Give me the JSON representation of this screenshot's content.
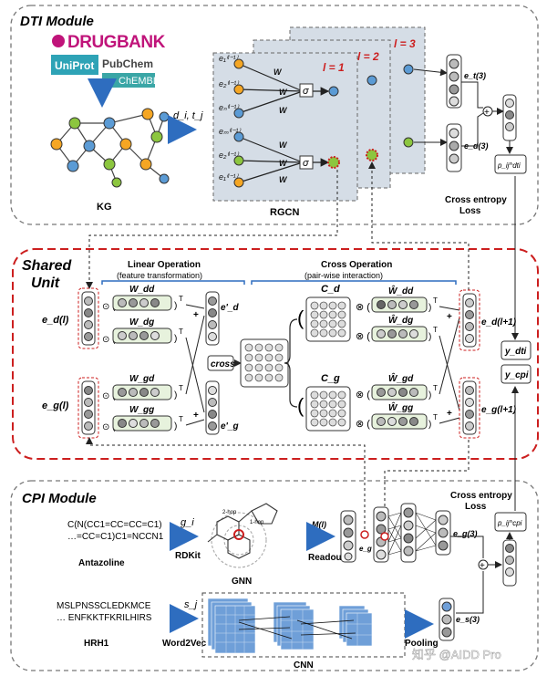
{
  "modules": {
    "dti": "DTI Module",
    "shared_line1": "Shared",
    "shared_line2": "Unit",
    "cpi": "CPI Module"
  },
  "dti": {
    "logos": {
      "drugbank": "DRUGBANK",
      "uniprot": "UniProt",
      "pubchem": "PubChem",
      "chembl": "ChEMBL"
    },
    "kg_label": "KG",
    "input_vars": "d_i, t_j",
    "rgcn_label": "RGCN",
    "layers": [
      "l = 1",
      "l = 2",
      "l = 3"
    ],
    "loss_line1": "Cross entropy",
    "loss_line2": "Loss",
    "emb_t": "e_t(3)",
    "emb_d": "e_d(3)",
    "p_dti": "p_ij^dti"
  },
  "shared": {
    "linear_title": "Linear Operation",
    "linear_sub": "(feature transformation)",
    "cross_title": "Cross Operation",
    "cross_sub": "(pair-wise interaction)",
    "cross_box": "cross",
    "e_d_in": "e_d(l)",
    "e_g_in": "e_g(l)",
    "e_d_out": "e_d(l+1)",
    "e_g_out": "e_g(l+1)",
    "e_d_prime": "e'_d",
    "e_g_prime": "e'_g",
    "C_d": "C_d",
    "C_g": "C_g",
    "W": [
      "W_dd",
      "W_dg",
      "W_gd",
      "W_gg"
    ],
    "W_hat": [
      "Ŵ_dd",
      "Ŵ_dg",
      "Ŵ_gd",
      "Ŵ_gg"
    ],
    "y_dti": "y_dti",
    "y_cpi": "y_cpi"
  },
  "cpi": {
    "smiles_line1": "C(N(CC1=CC=CC=C1)",
    "smiles_line2": "…=CC=C1)C1=NCCN1",
    "compound_name": "Antazoline",
    "g_var": "g_i",
    "rdkit": "RDKit",
    "gnn": "GNN",
    "gnn_hop1": "1-hop",
    "gnn_hop2": "2-hop",
    "M_label": "M(l)",
    "readout": "Readout",
    "seq_line1": "MSLPNSSCLEDKMCE",
    "seq_line2": "… ENFKKTFKRILHIRS",
    "protein_name": "HRH1",
    "s_var": "s_j",
    "word2vec": "Word2Vec",
    "cnn": "CNN",
    "pooling": "Pooling",
    "loss_line1": "Cross entropy",
    "loss_line2": "Loss",
    "emb_g": "e_g(3)",
    "emb_s": "e_s(3)",
    "p_cpi": "p_ij^cpi",
    "watermark": "知乎 @AIDD Pro"
  },
  "colors": {
    "dashed_gray": "#777777",
    "shared_red": "#cc1f1f",
    "layer_fill": "#d5dde6",
    "node_green": "#8cc63f",
    "node_blue": "#5b9bd5",
    "node_orange": "#f5a623",
    "cnn_blue": "#6f9fd8",
    "arrow_blue": "#2e6dbf"
  }
}
